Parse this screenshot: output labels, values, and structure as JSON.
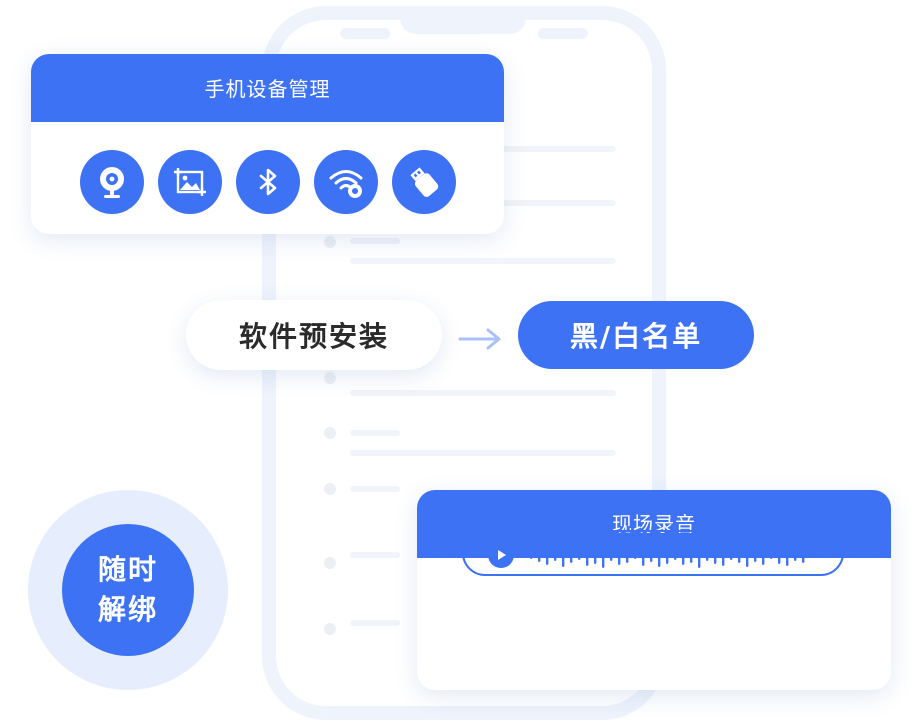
{
  "device_card": {
    "title": "手机设备管理",
    "icons": [
      "webcam-icon",
      "screenshot-icon",
      "bluetooth-icon",
      "wifi-settings-icon",
      "usb-drive-icon"
    ]
  },
  "flow": {
    "software_label": "软件预安装",
    "list_label": "黑/白名单"
  },
  "recording_card": {
    "title": "现场录音"
  },
  "unbind": {
    "line1": "随时",
    "line2": "解绑"
  },
  "colors": {
    "accent": "#3d72f5",
    "accent_light": "#e6eefd",
    "arrow": "#a9c1f7"
  }
}
